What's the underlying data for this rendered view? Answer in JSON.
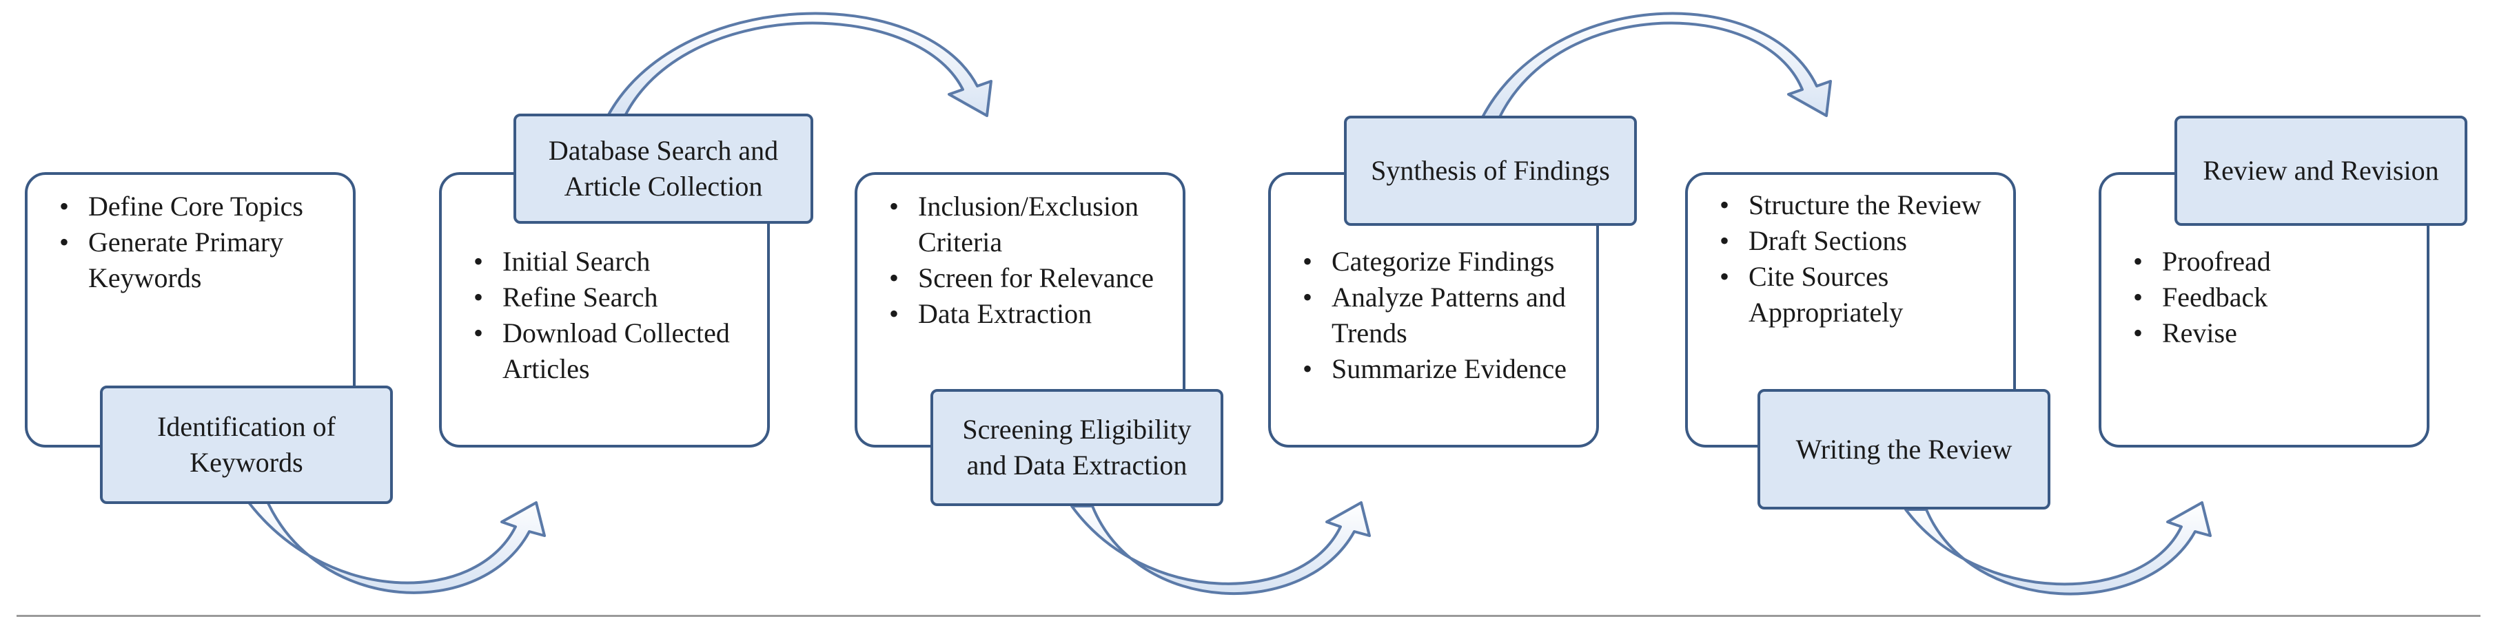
{
  "stages": [
    {
      "label": "Identification of Keywords",
      "bullets": [
        "Define Core Topics",
        "Generate Primary Keywords"
      ]
    },
    {
      "label": "Database Search and Article Collection",
      "bullets": [
        "Initial Search",
        "Refine Search",
        "Download Collected Articles"
      ]
    },
    {
      "label": "Screening Eligibility and Data Extraction",
      "bullets": [
        "Inclusion/Exclusion Criteria",
        "Screen for Relevance",
        "Data Extraction"
      ]
    },
    {
      "label": "Synthesis of Findings",
      "bullets": [
        "Categorize Findings",
        "Analyze Patterns and Trends",
        "Summarize Evidence"
      ]
    },
    {
      "label": "Writing the Review",
      "bullets": [
        "Structure the Review",
        "Draft Sections",
        "Cite Sources Appropriately"
      ]
    },
    {
      "label": "Review and Revision",
      "bullets": [
        "Proofread",
        "Feedback",
        "Revise"
      ]
    }
  ],
  "colors": {
    "box_border": "#3b5a85",
    "label_fill": "#dbe6f4",
    "arrow_fill": "#e4edf8",
    "arrow_stroke": "#5b7aa8",
    "text": "#1a1a1a",
    "rule": "#9a9a9a"
  }
}
